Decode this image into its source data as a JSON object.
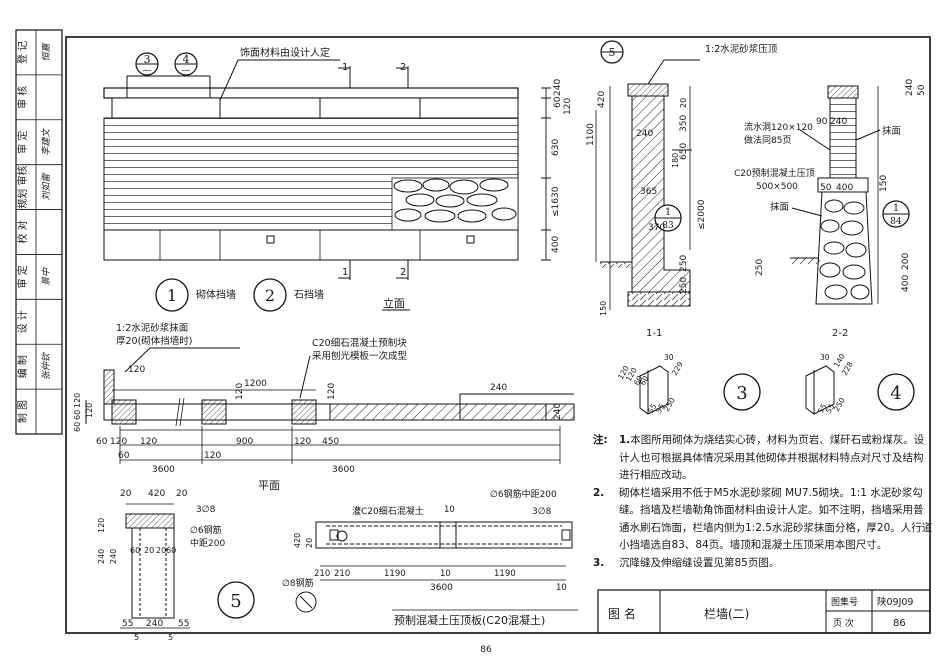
{
  "side_strip": {
    "rows": [
      {
        "label": "登 记",
        "sig": "恒嘉"
      },
      {
        "label": "审 核",
        "sig": ""
      },
      {
        "label": "审 定",
        "sig": "李建文"
      },
      {
        "label": "规划 审核",
        "sig": "刘如雷"
      },
      {
        "label": "校 对",
        "sig": ""
      },
      {
        "label": "审 定",
        "sig": "景中"
      },
      {
        "label": "设 计",
        "sig": ""
      },
      {
        "label": "编 制",
        "sig": "张仲钦"
      },
      {
        "label": "制 图",
        "sig": ""
      }
    ]
  },
  "elevation": {
    "callout_3": "3",
    "callout_4": "4",
    "callout_den": "—",
    "finish_note": "饰面材料由设计人定",
    "section_1": "1",
    "section_2": "2",
    "dims": [
      "240",
      "60",
      "120",
      "630",
      "≤1630",
      "400"
    ],
    "legend_1_num": "1",
    "legend_1_text": "砌体挡墙",
    "legend_2_num": "2",
    "legend_2_text": "石挡墙",
    "title": "立面"
  },
  "plan": {
    "note_mortar": "1:2水泥砂浆抹面",
    "note_thick": "厚20(砌体挡墙时)",
    "note_coping_1": "C20细石混凝土预制块",
    "note_coping_2": "采用刨光模板一次成型",
    "dims_top": [
      "1200",
      "120",
      "120",
      "240",
      "120"
    ],
    "dims_bottom": [
      "60",
      "120",
      "120",
      "900",
      "120",
      "120",
      "450",
      "60"
    ],
    "dims_total": [
      "3600",
      "3600"
    ],
    "dims_left": [
      "60",
      "60",
      "120",
      "120"
    ],
    "dims_right": "240",
    "title": "平面"
  },
  "section_11": {
    "callout": "5",
    "note_top": "1:2水泥砂浆压顶",
    "dims": [
      "420",
      "1100",
      "240",
      "20",
      "350",
      "650",
      "180",
      "≤2000",
      "250",
      "250",
      "150",
      "365",
      "370"
    ],
    "ref_num": "1",
    "ref_page": "83",
    "title": "1-1"
  },
  "section_22": {
    "note_drain_1": "流水洞120×120",
    "note_drain_2": "做法同85页",
    "note_coping_1": "C20预制混凝土压顶",
    "note_coping_2": "500×500",
    "note_render_1": "抹面",
    "note_render_2": "抹面",
    "dims": [
      "90",
      "240",
      "240",
      "50",
      "50",
      "400",
      "150",
      "250",
      "400",
      "200"
    ],
    "ref_num": "1",
    "ref_page": "84",
    "title": "2-2"
  },
  "details": {
    "det3_num": "3",
    "det4_num": "4",
    "det3_dims": [
      "120",
      "120",
      "60",
      "60",
      "30",
      "229",
      "55",
      "55",
      "250"
    ],
    "det4_dims": [
      "30",
      "140",
      "228",
      "55",
      "55",
      "250"
    ]
  },
  "coping_slab": {
    "dims_top": [
      "20",
      "420",
      "20"
    ],
    "rebar_1": "3∅8",
    "rebar_2": "∅6钢筋",
    "rebar_3": "中距200",
    "dims_mid": [
      "60",
      "20",
      "20",
      "60"
    ],
    "dims_left": [
      "120",
      "240",
      "240"
    ],
    "dims_bottom": [
      "55",
      "240",
      "55",
      "5",
      "5"
    ],
    "rebar_4": "∅8钢筋",
    "detail_num": "5",
    "grout_note": "灌C20细石混凝土",
    "rebar_5": "∅6钢筋中距200",
    "rebar_6": "3∅8",
    "dims_slab": [
      "420",
      "20",
      "210",
      "210",
      "1190",
      "10",
      "1190",
      "10",
      "3600",
      "10"
    ],
    "title": "预制混凝土压顶板(C20混凝土)"
  },
  "notes": {
    "lead": "注:",
    "items": [
      {
        "n": "1.",
        "t": "本图所用砌体为烧结实心砖，材料为页岩、煤矸石或粉煤灰。设计人也可根据具体情况采用其他砌体并根据材料特点对尺寸及结构进行相应改动。"
      },
      {
        "n": "2.",
        "t": "砌体栏墙采用不低于M5水泥砂浆砌 MU7.5砌块。1:1 水泥砂浆勾缝。挡墙及栏墙勒角饰面材料由设计人定。如不注明，挡墙采用普通水刷石饰面，栏墙内侧为1:2.5水泥砂浆抹面分格，厚20。人行道小挡墙选自83、84页。墙顶和混凝土压顶采用本图尺寸。"
      },
      {
        "n": "3.",
        "t": "沉降缝及伸缩缝设置见第85页图。"
      }
    ]
  },
  "title_block": {
    "label_figure": "图 名",
    "figure_name": "栏墙(二)",
    "label_set": "图集号",
    "set_number": "陕09J09",
    "label_page": "页 次",
    "page_number": "86"
  },
  "page_footer": "86"
}
